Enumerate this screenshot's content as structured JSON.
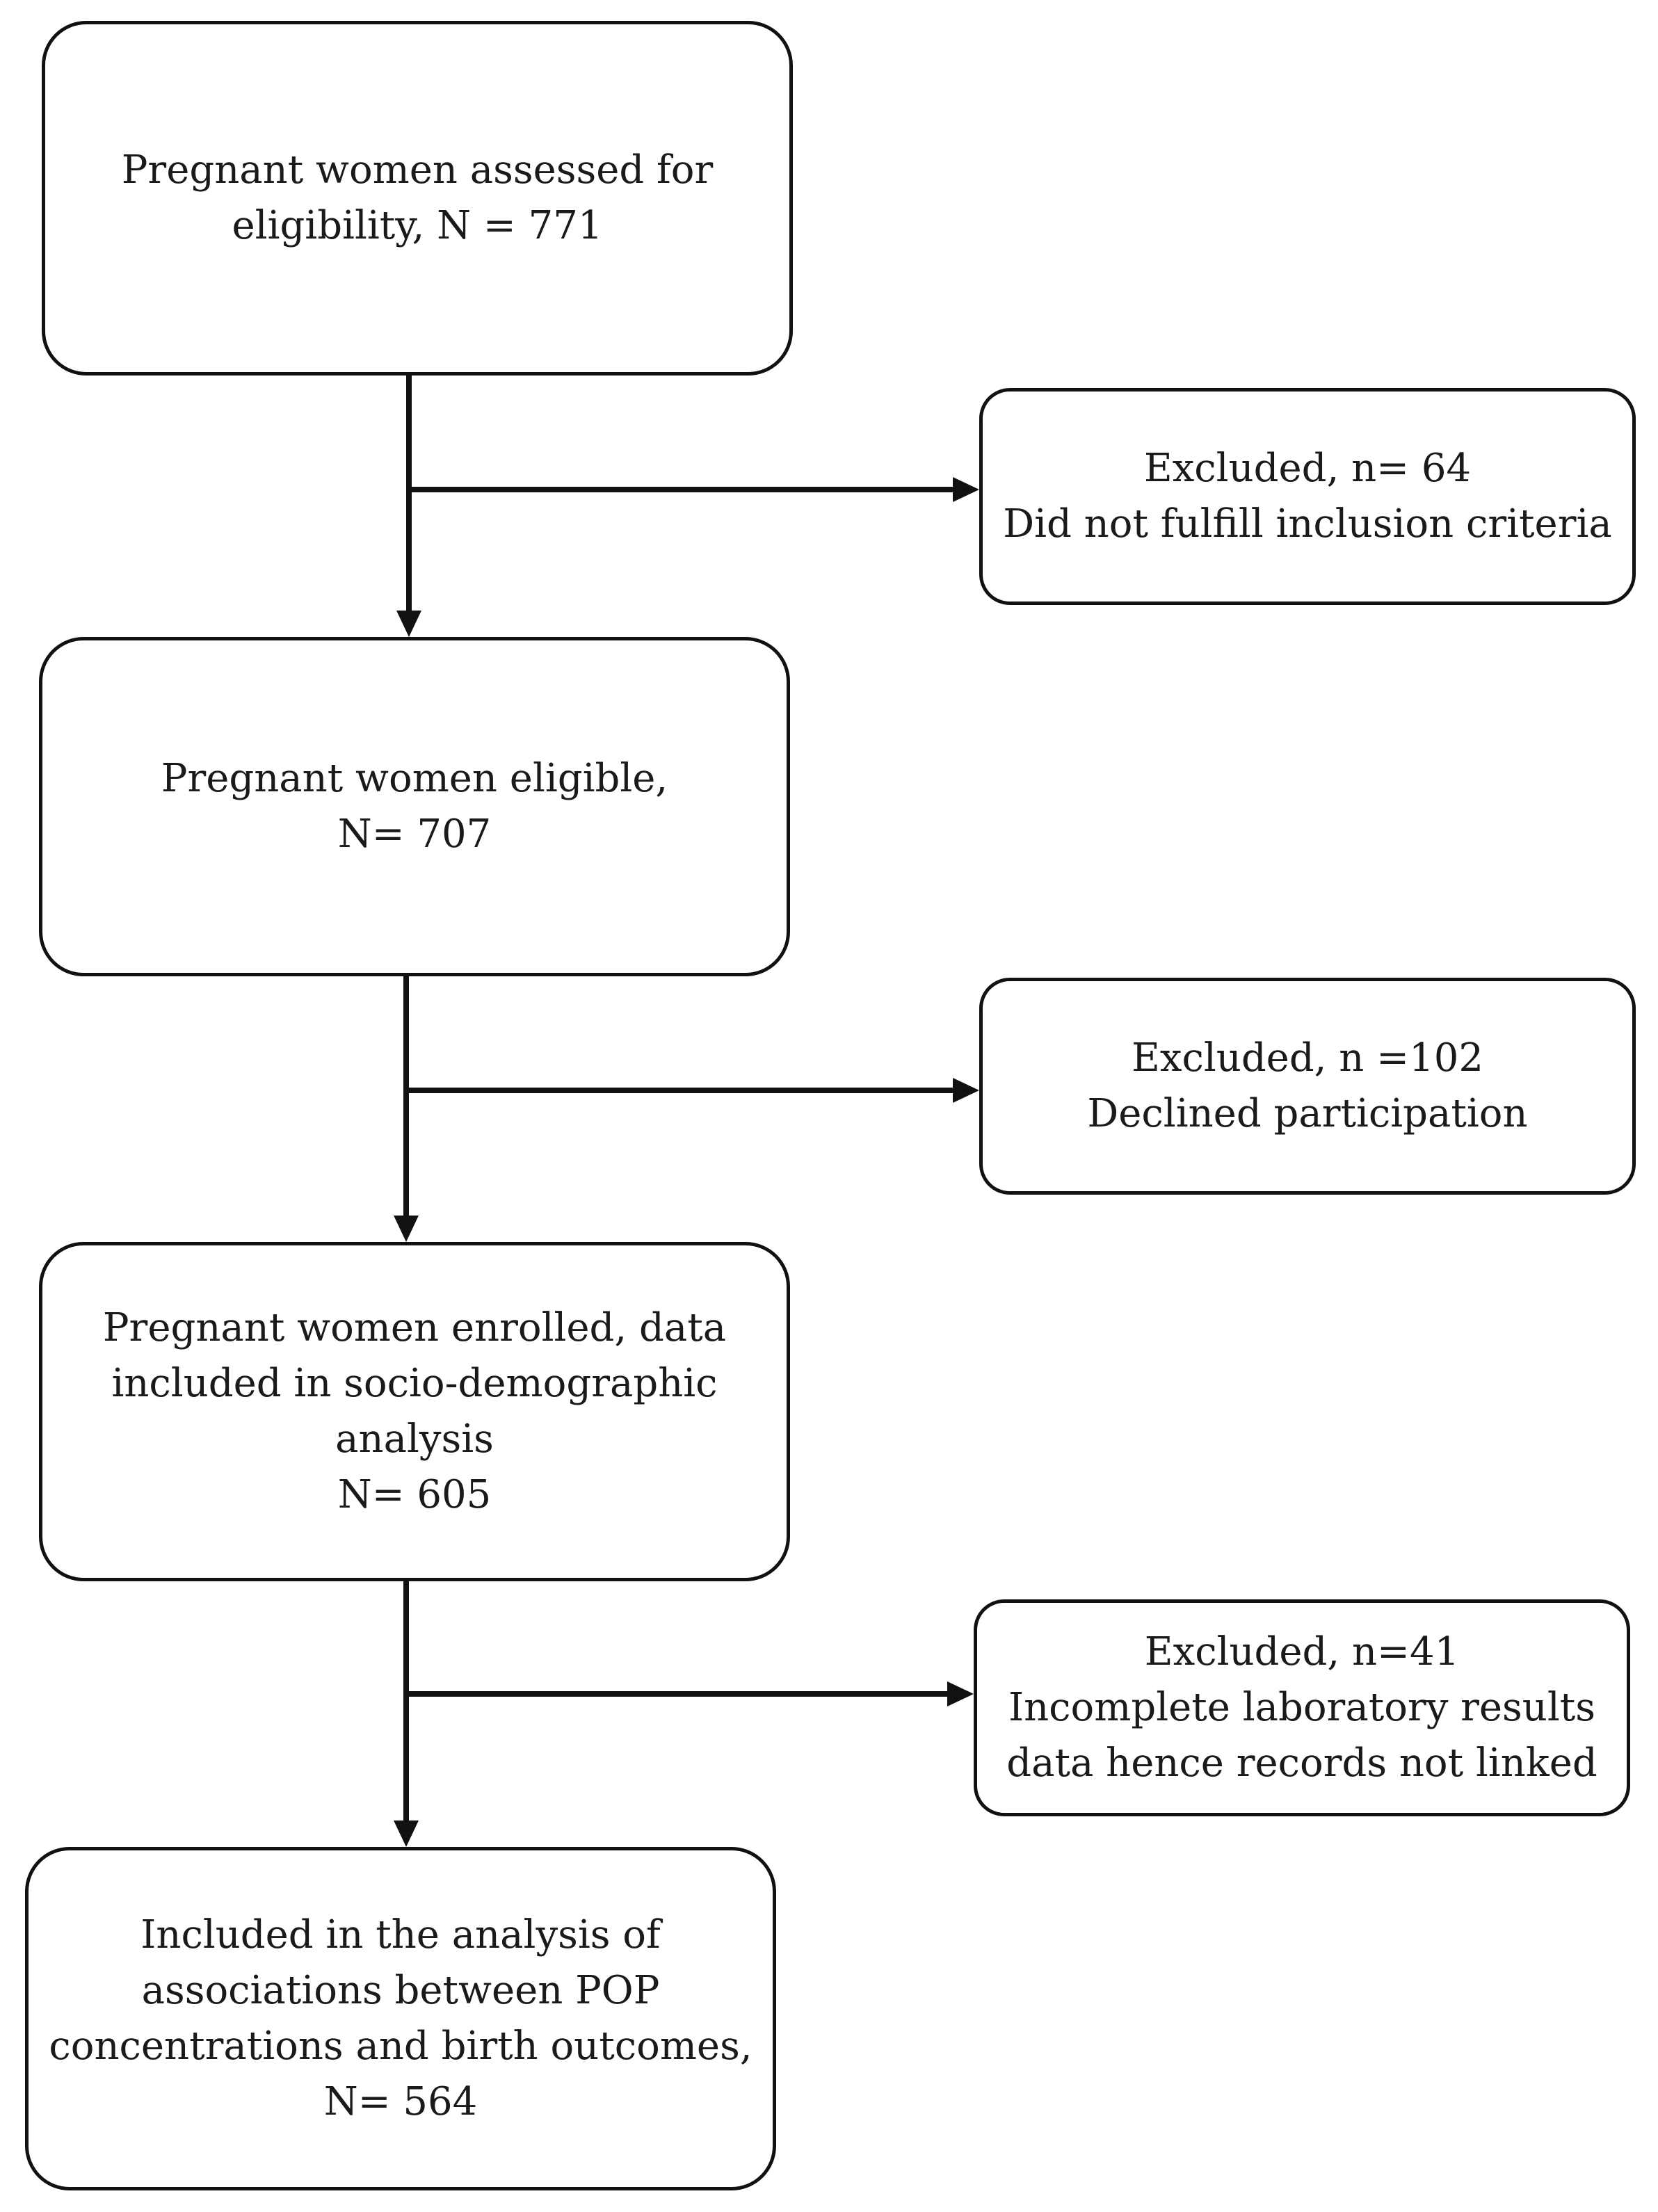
{
  "box1": {
    "lines": [
      "Pregnant women assessed for",
      "eligibility, N = 771"
    ]
  },
  "excl1": {
    "lines": [
      "Excluded, n= 64",
      "Did not fulfill inclusion criteria"
    ]
  },
  "box2": {
    "lines": [
      "Pregnant women eligible,",
      "N= 707"
    ]
  },
  "excl2": {
    "lines": [
      "Excluded, n =102",
      "Declined participation"
    ]
  },
  "box3": {
    "lines": [
      "Pregnant women enrolled, data",
      "included in socio-demographic",
      "analysis",
      "N= 605"
    ]
  },
  "excl3": {
    "lines": [
      "Excluded, n=41",
      "Incomplete laboratory results",
      "data hence records not linked"
    ]
  },
  "box4": {
    "lines": [
      "Included in the analysis of",
      "associations between POP",
      "concentrations and birth outcomes,",
      "N= 564"
    ]
  }
}
